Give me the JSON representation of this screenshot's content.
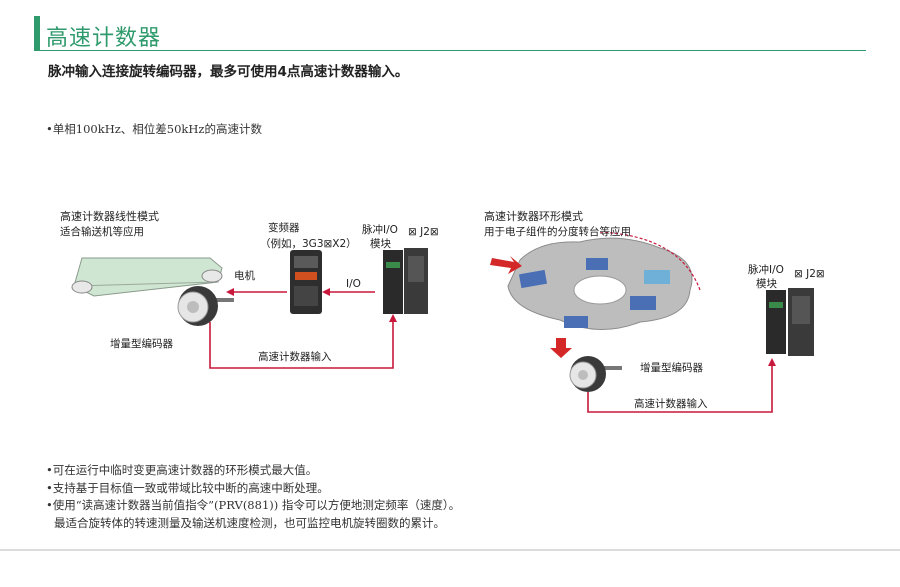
{
  "header": {
    "title": "高速计数器",
    "subtitle": "脉冲输入连接旋转编码器，最多可使用4点高速计数器输入。",
    "note": "•单相100kHz、相位差50kHz的高速计数"
  },
  "left_diagram": {
    "mode_title": "高速计数器线性模式",
    "mode_desc": "适合输送机等应用",
    "inverter_label": "变频器",
    "inverter_example": "（例如，3G3⊠X2）",
    "pulse_io_label": "脉冲I/O",
    "module_label": "模块",
    "j2_label": "⊠ J2⊠",
    "motor_label": "电机",
    "io_label": "I/O",
    "encoder_label": "增量型编码器",
    "input_label": "高速计数器输入"
  },
  "right_diagram": {
    "mode_title": "高速计数器环形模式",
    "mode_desc": "用于电子组件的分度转台等应用",
    "pulse_io_label": "脉冲I/O",
    "module_label": "模块",
    "j2_label": "⊠ J2⊠",
    "encoder_label": "增量型编码器",
    "input_label": "高速计数器输入"
  },
  "bullets": [
    "•可在运行中临时变更高速计数器的环形模式最大值。",
    "•支持基于目标值一致或带域比较中断的高速中断处理。",
    "•使用“读高速计数器当前值指令”(PRV(881)) 指令可以方便地测定频率（速度）。",
    "  最适合旋转体的转速测量及输送机速度检测，也可监控电机旋转圈数的累计。"
  ],
  "colors": {
    "accent": "#2f9a6c",
    "signal_line": "#c8193c",
    "conveyor": "#cfe7d2"
  }
}
